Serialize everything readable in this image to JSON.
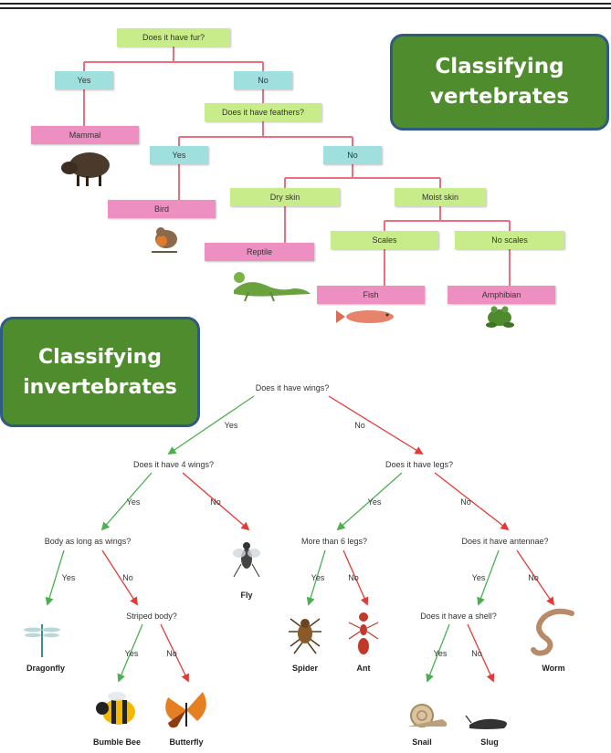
{
  "vertebrates": {
    "title_line1": "Classifying",
    "title_line2": "vertebrates",
    "q_fur": "Does it have fur?",
    "yes1": "Yes",
    "no1": "No",
    "mammal": "Mammal",
    "q_feathers": "Does it have feathers?",
    "yes2": "Yes",
    "no2": "No",
    "bird": "Bird",
    "dry_skin": "Dry skin",
    "moist_skin": "Moist skin",
    "reptile": "Reptile",
    "scales": "Scales",
    "no_scales": "No scales",
    "fish": "Fish",
    "amphibian": "Amphibian"
  },
  "invertebrates": {
    "title_line1": "Classifying",
    "title_line2": "invertebrates",
    "q_wings": "Does it have wings?",
    "yes_wings": "Yes",
    "no_wings": "No",
    "q_4wings": "Does it have 4 wings?",
    "q_legs": "Does it have legs?",
    "yes_4wings": "Yes",
    "no_4wings": "No",
    "yes_legs": "Yes",
    "no_legs": "No",
    "q_body_long": "Body as long as wings?",
    "fly": "Fly",
    "q_more6": "More than 6 legs?",
    "q_antennae": "Does it have antennae?",
    "yes_body": "Yes",
    "no_body": "No",
    "yes_more6": "Yes",
    "no_more6": "No",
    "yes_ant": "Yes",
    "no_ant": "No",
    "dragonfly": "Dragonfly",
    "q_striped": "Striped body?",
    "spider": "Spider",
    "ant": "Ant",
    "q_shell": "Does it have a shell?",
    "worm": "Worm",
    "yes_striped": "Yes",
    "no_striped": "No",
    "yes_shell": "Yes",
    "no_shell": "No",
    "bumblebee": "Bumble Bee",
    "butterfly": "Butterfly",
    "snail": "Snail",
    "slug": "Slug"
  },
  "colors": {
    "question_box": "#c9ec8a",
    "yes_no_box": "#9fe0de",
    "result_box": "#ee8fc2",
    "connector_pink": "#ec6f80",
    "yes_arrow": "#4caf50",
    "no_arrow": "#e53935",
    "title_fill": "#4f8c2e",
    "title_border": "#2f5a82"
  }
}
